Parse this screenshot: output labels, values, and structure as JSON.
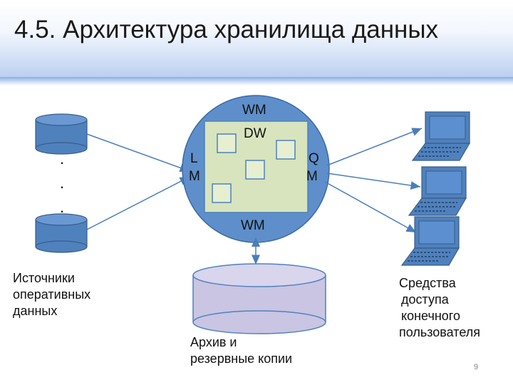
{
  "slide": {
    "title": "4.5. Архитектура хранилища данных",
    "page_number": "9"
  },
  "diagram": {
    "wm_top": "WM",
    "dw": "DW",
    "wm_bottom": "WM",
    "lm": [
      "L",
      "M"
    ],
    "qm": [
      "Q",
      "M"
    ],
    "sources_label": [
      "Источники",
      "оперативных",
      "данных"
    ],
    "archive_label": [
      "Архив и",
      "резервные копии"
    ],
    "users_label": [
      "Средства",
      "доступа",
      "конечного",
      "пользователя"
    ],
    "ellipsis": ".",
    "colors": {
      "cylinder_blue": "#4f81bd",
      "circle_blue": "#5e8fcb",
      "warehouse_green": "#d7e4bd",
      "archive_lavender": "#c9c5e3",
      "arrow": "#4a7ebb"
    }
  }
}
